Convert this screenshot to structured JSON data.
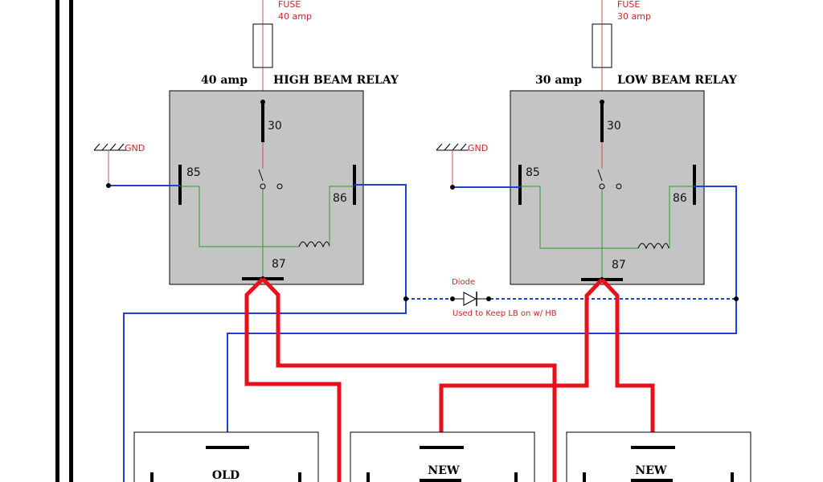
{
  "fuses": [
    {
      "label": "FUSE",
      "rating": "40 amp"
    },
    {
      "label": "FUSE",
      "rating": "30 amp"
    }
  ],
  "relays": [
    {
      "amp": "40 amp",
      "title": "HIGH BEAM RELAY",
      "pin30": "30",
      "pin85": "85",
      "pin86": "86",
      "pin87": "87"
    },
    {
      "amp": "30 amp",
      "title": "LOW BEAM RELAY",
      "pin30": "30",
      "pin85": "85",
      "pin86": "86",
      "pin87": "87"
    }
  ],
  "grounds": [
    {
      "label": "GND"
    },
    {
      "label": "GND"
    }
  ],
  "diode": {
    "label": "Diode",
    "note": "Used to Keep LB on w/ HB"
  },
  "lamps": [
    {
      "line1": "OLD"
    },
    {
      "line1": "NEW"
    },
    {
      "line1": "NEW"
    }
  ],
  "colors": {
    "wire_power": "#e8101a",
    "wire_signal": "#1f3fd8",
    "wire_coil": "#2e9a2e",
    "wire_fuse_feed": "#d84a4a",
    "relay_fill": "#c4c4c4",
    "label_red": "#c62828"
  }
}
